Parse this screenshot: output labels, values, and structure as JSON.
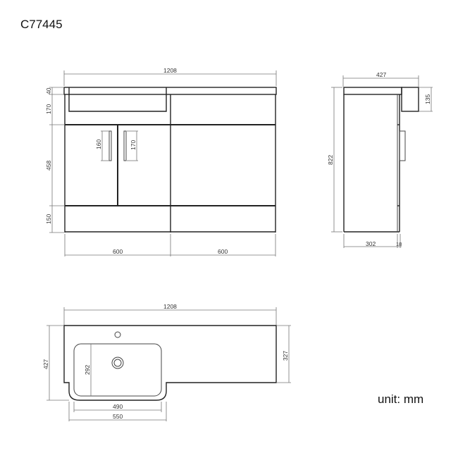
{
  "header": {
    "model_code": "C77445"
  },
  "footer": {
    "unit_label": "unit: mm"
  },
  "front_view": {
    "overall_width": "1208",
    "left_section_width": "600",
    "right_section_width": "600",
    "worktop_thickness": "40",
    "basin_zone_height": "170",
    "door_height": "458",
    "plinth_height": "150",
    "left_handle_length": "160",
    "right_handle_length": "170"
  },
  "side_view": {
    "overall_depth": "427",
    "overall_height": "822",
    "basin_projection_height": "135",
    "carcass_depth": "302",
    "door_thickness": "18"
  },
  "top_view": {
    "overall_width": "1208",
    "overall_depth": "427",
    "worktop_depth": "327",
    "basin_inner_depth": "292",
    "basin_inner_width": "490",
    "basin_outer_width": "550"
  },
  "colors": {
    "line": "#222222",
    "dimension_line": "#777777",
    "background": "#ffffff"
  }
}
